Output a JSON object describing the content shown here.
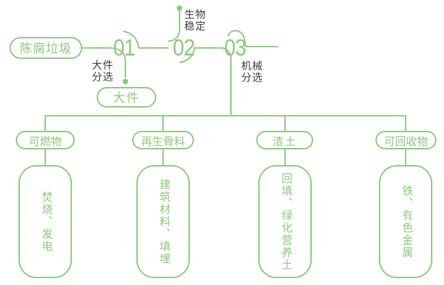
{
  "colors": {
    "green": "#8bc97c",
    "label_dark": "#3b3b3b",
    "background": "#ffffff"
  },
  "source": {
    "label": "陈腐垃圾"
  },
  "steps": [
    {
      "number": "01",
      "process": "大件\n分选",
      "output": "大件"
    },
    {
      "number": "02",
      "process": "生物\n稳定"
    },
    {
      "number": "03",
      "process": "机械\n分选"
    }
  ],
  "outputs": [
    {
      "category": "可燃物",
      "use": "焚烧、发电"
    },
    {
      "category": "再生骨料",
      "use": "建筑材料、填埋"
    },
    {
      "category": "渣土",
      "use": "回填、绿化营养土"
    },
    {
      "category": "可回收物",
      "use": "铁、有色金属"
    }
  ]
}
